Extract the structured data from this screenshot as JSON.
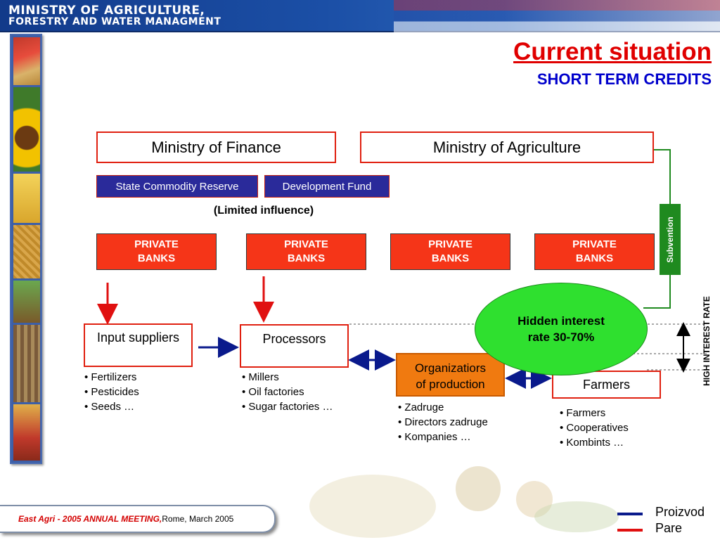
{
  "header": {
    "line1": "MINISTRY OF AGRICULTURE,",
    "line2": "FORESTRY AND WATER MANAGMENT"
  },
  "title": "Current situation",
  "subtitle": "SHORT TERM CREDITS",
  "ministries": {
    "finance": "Ministry of Finance",
    "agriculture": "Ministry of Agriculture"
  },
  "funds": {
    "reserve": "State Commodity Reserve",
    "development": "Development Fund"
  },
  "limited_influence": "(Limited influence)",
  "banks": [
    {
      "line1": "PRIVATE",
      "line2": "BANKS"
    },
    {
      "line1": "PRIVATE",
      "line2": "BANKS"
    },
    {
      "line1": "PRIVATE",
      "line2": "BANKS"
    },
    {
      "line1": "PRIVATE",
      "line2": "BANKS"
    }
  ],
  "subvention": "Subvention",
  "hidden_rate": {
    "line1": "Hidden interest",
    "line2": "rate 30-70%"
  },
  "high_interest_rate": "HIGH INTEREST RATE",
  "actors": {
    "input_suppliers": {
      "title": "Input suppliers",
      "items": [
        "• Fertilizers",
        "• Pesticides",
        "• Seeds  …"
      ]
    },
    "processors": {
      "title": "Processors",
      "items": [
        "• Millers",
        "• Oil factories",
        "• Sugar factories …"
      ]
    },
    "organizations": {
      "title_line1": "Organizatiors",
      "title_line2": "of production",
      "items": [
        "• Zadruge",
        "• Directors zadruge",
        "• Kompanies  …"
      ]
    },
    "farmers": {
      "title": "Farmers",
      "items": [
        "• Farmers",
        "• Cooperatives",
        "• Kombints …"
      ]
    }
  },
  "footer": {
    "event": "East Agri - 2005 ANNUAL MEETING,",
    "place": " Rome, March 2005"
  },
  "legend": {
    "product": "Proizvod",
    "money": "Pare"
  },
  "colors": {
    "product_flow": "#0a1a8c",
    "money_flow": "#e01010",
    "bank_red": "#f53518",
    "subvention_green": "#1f8a1f",
    "hidden_green": "#2fe02f",
    "title_red": "#e00000",
    "subtitle_blue": "#0000cc"
  }
}
